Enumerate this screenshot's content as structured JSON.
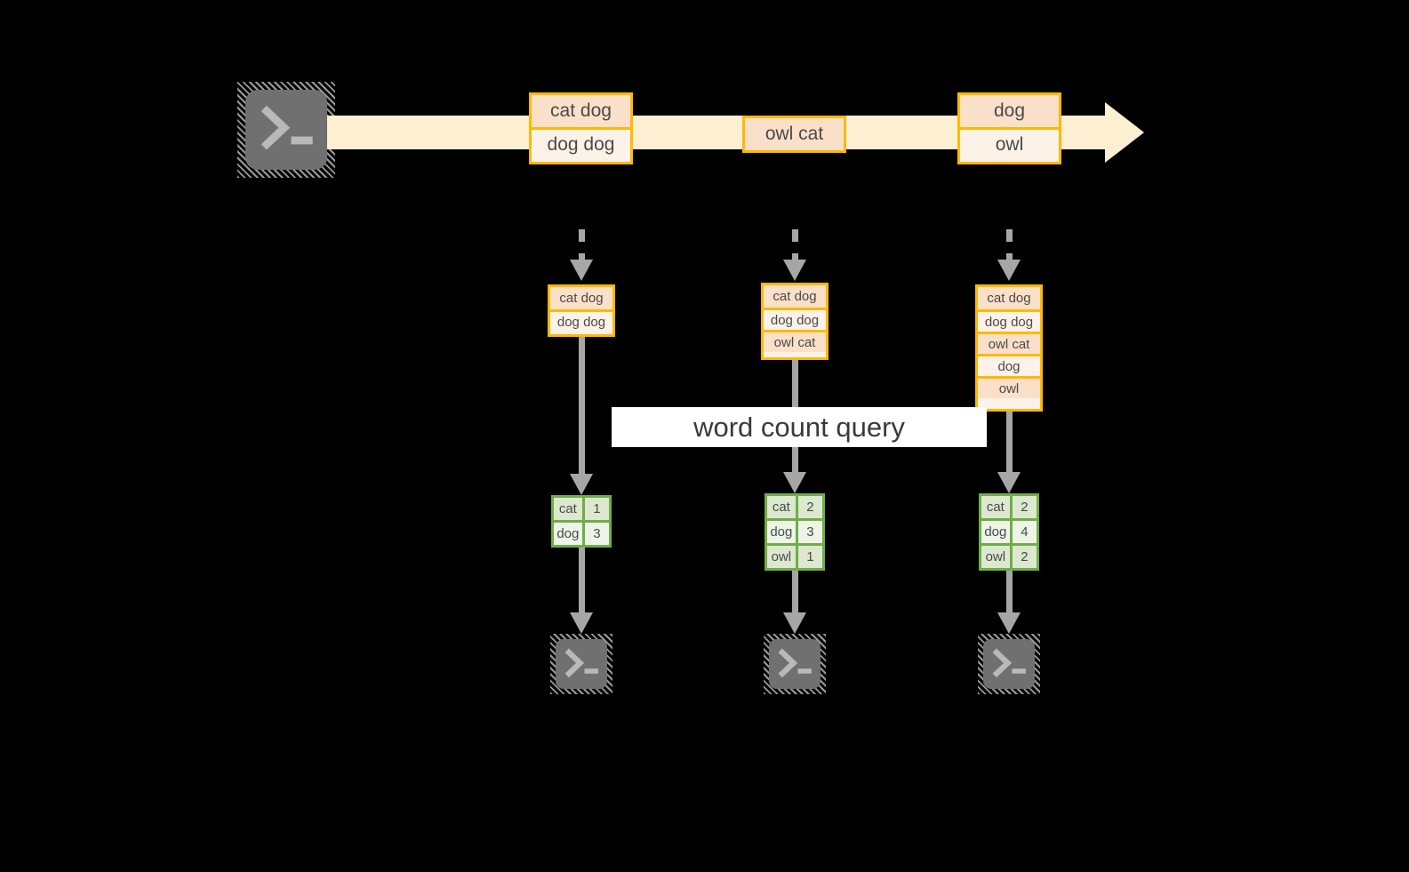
{
  "diagram": {
    "title_label": "word count query",
    "colors": {
      "stream_band": "#FCEFD2",
      "record_border": "#FFB900",
      "record_fill_dark": "#FAE0C8",
      "record_fill_light": "#FDF2E8",
      "result_border": "#70AD47",
      "result_fill_dark": "#DCE8D0",
      "result_fill_light": "#EEF4E8",
      "arrow_gray": "#A6A6A6",
      "terminal_gray": "#707070",
      "background": "#000000"
    },
    "producer": {
      "icon": "terminal-icon",
      "prompt": ">_"
    },
    "stream": {
      "direction": "right",
      "groups": [
        {
          "id": "group-1",
          "rows": [
            "cat dog",
            "dog dog"
          ]
        },
        {
          "id": "group-2",
          "rows": [
            "owl cat"
          ]
        },
        {
          "id": "group-3",
          "rows": [
            "dog",
            "owl"
          ]
        }
      ]
    },
    "snapshots": [
      {
        "id": "snapshot-1",
        "input_rows": [
          "cat dog",
          "dog dog"
        ],
        "results": [
          {
            "word": "cat",
            "count": "1"
          },
          {
            "word": "dog",
            "count": "3"
          }
        ],
        "consumer_icon": "terminal-icon",
        "consumer_prompt": ">_"
      },
      {
        "id": "snapshot-2",
        "input_rows": [
          "cat dog",
          "dog dog",
          "owl cat"
        ],
        "results": [
          {
            "word": "cat",
            "count": "2"
          },
          {
            "word": "dog",
            "count": "3"
          },
          {
            "word": "owl",
            "count": "1"
          }
        ],
        "consumer_icon": "terminal-icon",
        "consumer_prompt": ">_"
      },
      {
        "id": "snapshot-3",
        "input_rows": [
          "cat dog",
          "dog dog",
          "owl cat",
          "dog",
          "owl"
        ],
        "results": [
          {
            "word": "cat",
            "count": "2"
          },
          {
            "word": "dog",
            "count": "4"
          },
          {
            "word": "owl",
            "count": "2"
          }
        ],
        "consumer_icon": "terminal-icon",
        "consumer_prompt": ">_"
      }
    ]
  }
}
